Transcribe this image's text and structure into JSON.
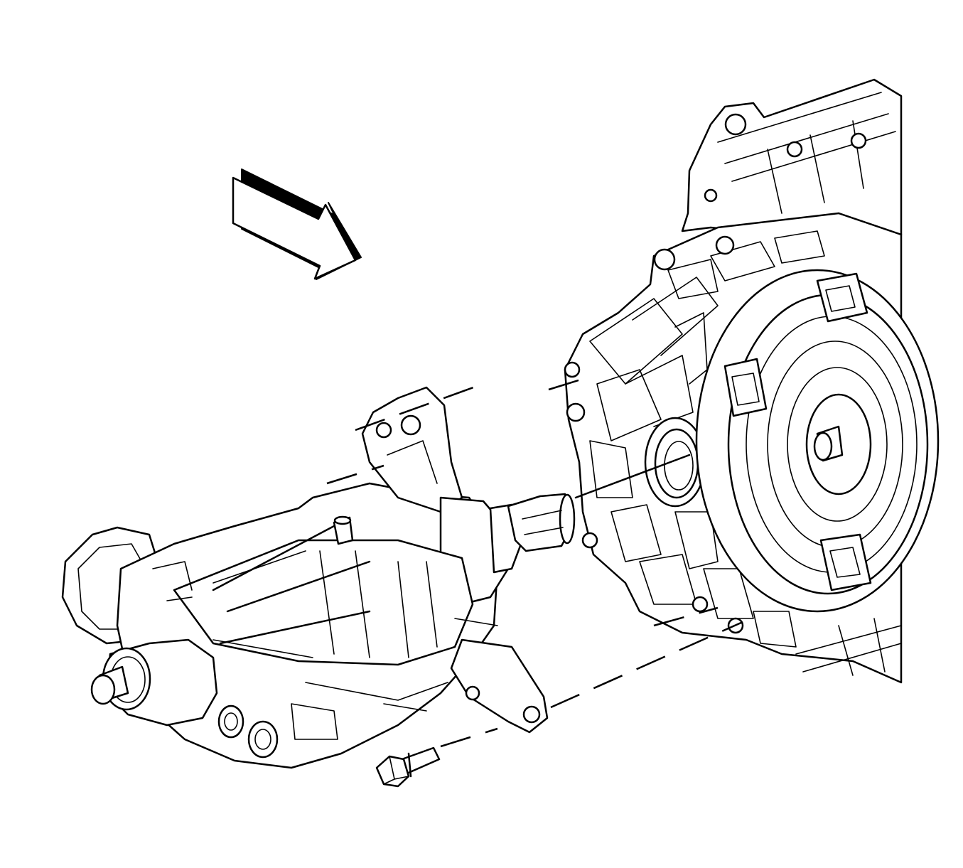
{
  "diagram": {
    "kind": "exploded-assembly-line-drawing",
    "colors": {
      "line": "#000000",
      "background": "#ffffff"
    },
    "components": [
      {
        "id": "direction-arrow",
        "icon": "view-direction-arrow-icon"
      },
      {
        "id": "transmission-case",
        "icon": "transmission-housing-icon"
      },
      {
        "id": "transfer-case",
        "icon": "transfer-case-icon"
      },
      {
        "id": "mounting-bolt",
        "icon": "flange-bolt-icon"
      },
      {
        "id": "alignment-lines",
        "icon": "dashed-leader-lines-icon"
      }
    ]
  }
}
